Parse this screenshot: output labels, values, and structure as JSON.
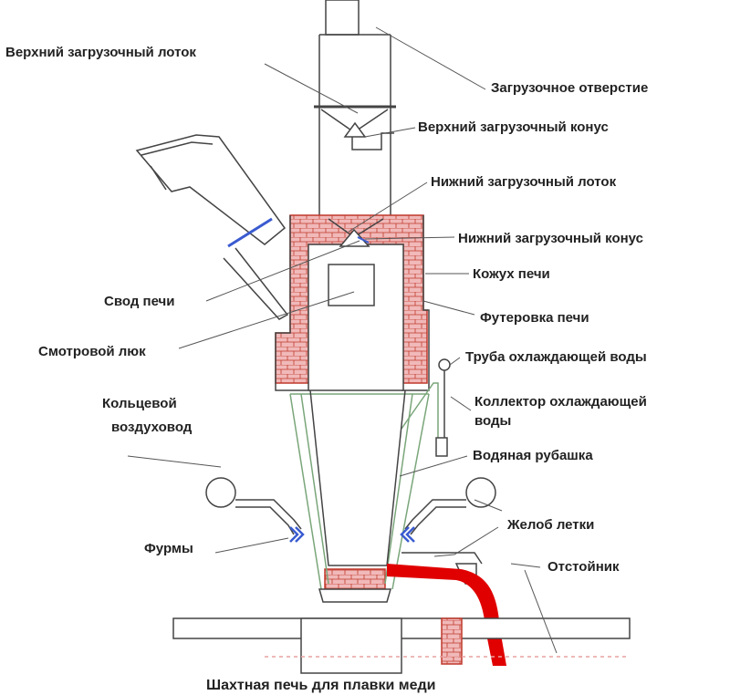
{
  "title": "Шахтная печь для плавки меди",
  "labels": {
    "upper_chute": "Верхний загрузочный лоток",
    "charging_hole": "Загрузочное отверстие",
    "upper_cone": "Верхний загрузочный конус",
    "lower_chute": "Нижний загрузочный лоток",
    "lower_cone": "Нижний загрузочный конус",
    "furnace_casing": "Кожух печи",
    "furnace_roof": "Свод печи",
    "lining": "Футеровка печи",
    "inspection_hatch": "Смотровой люк",
    "cooling_pipe": "Труба охлаждающей воды",
    "bustle_pipe_1": "Кольцевой",
    "bustle_pipe_2": "воздуховод",
    "collector_1": "Коллектор охлаждающей",
    "collector_2": "воды",
    "water_jacket": "Водяная рубашка",
    "tuyeres": "Фурмы",
    "taphole_launder": "Желоб летки",
    "settler": "Отстойник"
  },
  "colors": {
    "brick": "#e8a0a0",
    "brick_line": "#c0392b",
    "molten": "#e00000",
    "jacket": "#7aa67a",
    "tuyere": "#3a5bd0",
    "line": "#444444"
  }
}
